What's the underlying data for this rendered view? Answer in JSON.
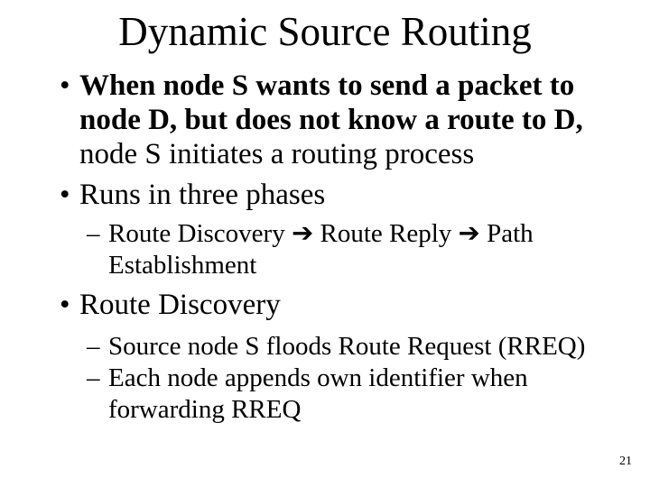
{
  "slide": {
    "title": "Dynamic Source Routing",
    "page_number": "21",
    "markers": {
      "bullet": "•",
      "dash": "–"
    },
    "bullets": [
      {
        "level": 1,
        "lines": [
          "When node S wants to send a packet to",
          "node D, but does not know a route to D,",
          "node S initiates a routing process"
        ]
      },
      {
        "level": 1,
        "lines": [
          "Runs in three phases"
        ]
      },
      {
        "level": 2,
        "lines": [
          "Route Discovery ➔ Route Reply ➔ Path",
          "Establishment"
        ]
      },
      {
        "level": 1,
        "lines": [
          "Route Discovery"
        ]
      },
      {
        "level": 2,
        "lines": [
          "Source node S floods Route Request (RREQ)"
        ]
      },
      {
        "level": 2,
        "lines": [
          "Each node appends own identifier when",
          "forwarding RREQ"
        ]
      }
    ]
  }
}
